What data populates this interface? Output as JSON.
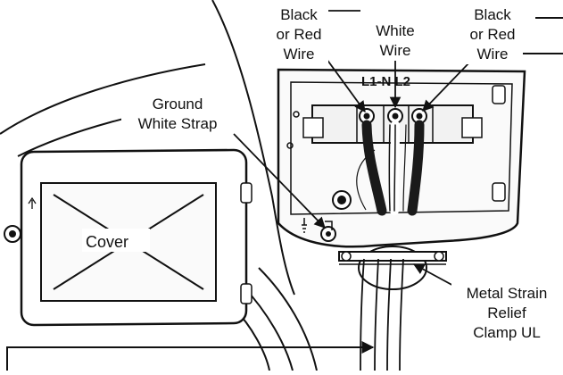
{
  "labels": {
    "black_red_left": [
      "Black",
      "or Red",
      "Wire"
    ],
    "white_wire": [
      "White",
      "Wire"
    ],
    "black_red_right": [
      "Black",
      "or Red",
      "Wire"
    ],
    "ground": [
      "Ground",
      "White Strap"
    ],
    "cover": "Cover",
    "strain_relief": [
      "Metal Strain",
      "Relief",
      "Clamp UL"
    ],
    "terminals": "L1-N L2"
  },
  "colors": {
    "line": "#111111",
    "fill_light": "#f2f2f2",
    "wire_dark": "#1a1a1a",
    "background": "#ffffff"
  }
}
